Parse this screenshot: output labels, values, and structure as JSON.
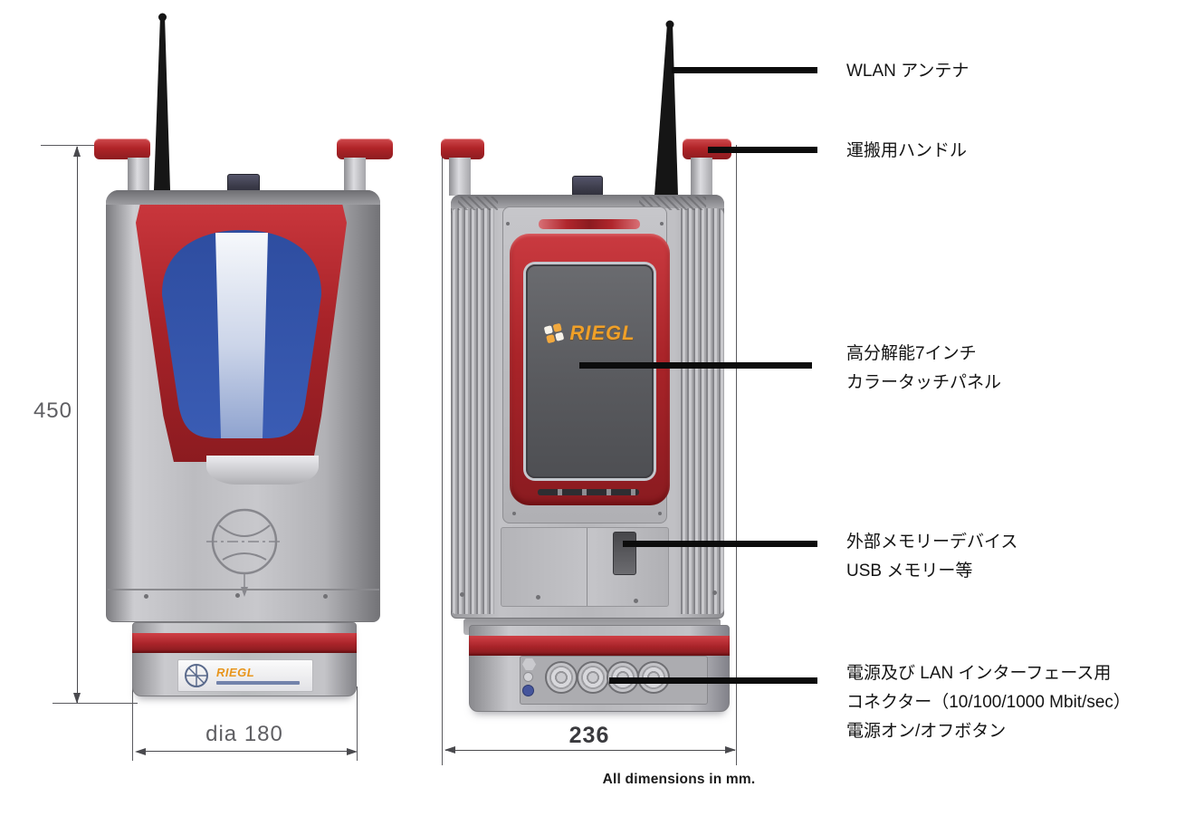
{
  "note": "All dimensions in mm.",
  "dimensions": {
    "height": "450",
    "diameter": "dia 180",
    "width": "236"
  },
  "callouts": {
    "wlan": "WLAN アンテナ",
    "handle": "運搬用ハンドル",
    "touch_panel_line1": "高分解能7インチ",
    "touch_panel_line2": "カラータッチパネル",
    "usb_line1": "外部メモリーデバイス",
    "usb_line2": "USB メモリー等",
    "power_line1": "電源及び LAN インターフェース用",
    "power_line2": "コネクター（10/100/1000 Mbit/sec）",
    "power_line3": "電源オン/オフボタン"
  },
  "device": {
    "brand": "RIEGL"
  },
  "icons": {
    "riegl_grid_icon": "2x2 rounded-tile pinwheel",
    "crosshair_emblem_icon": "etched circle crosshair with down arrow",
    "wlan_antenna_icon": "black tapered rod",
    "base_logo_icon": "circular crosshair badge"
  },
  "colors": {
    "accent_red": "#a82329",
    "brand_orange": "#f0a028",
    "window_blue": "#3352a5",
    "screen_gray": "#595a5e",
    "body_gray": "#b6b6ba"
  }
}
